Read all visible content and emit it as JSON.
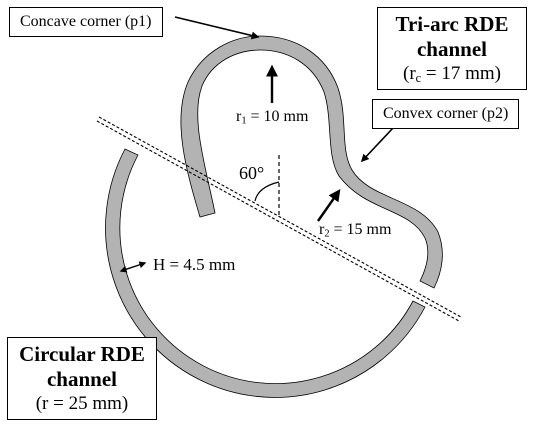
{
  "labels": {
    "concave_corner": "Concave corner (p1)",
    "convex_corner": "Convex corner (p2)",
    "tri_arc_line1": "Tri-arc RDE",
    "tri_arc_line2": "channel",
    "tri_arc_r_pre": "(r",
    "tri_arc_r_sub": "c",
    "tri_arc_r_post": " = 17 mm)",
    "circular_line1": "Circular RDE",
    "circular_line2": "channel",
    "circular_r": "(r = 25 mm)",
    "r1_sym": "r",
    "r1_sub": "1",
    "r1_val": " = 10 mm",
    "r2_sym": "r",
    "r2_sub": "2",
    "r2_val": " = 15 mm",
    "angle": "60°",
    "height": "H = 4.5 mm"
  },
  "colors": {
    "channel_fill": "#b3b3b3",
    "outline": "#000000",
    "background": "#ffffff"
  }
}
